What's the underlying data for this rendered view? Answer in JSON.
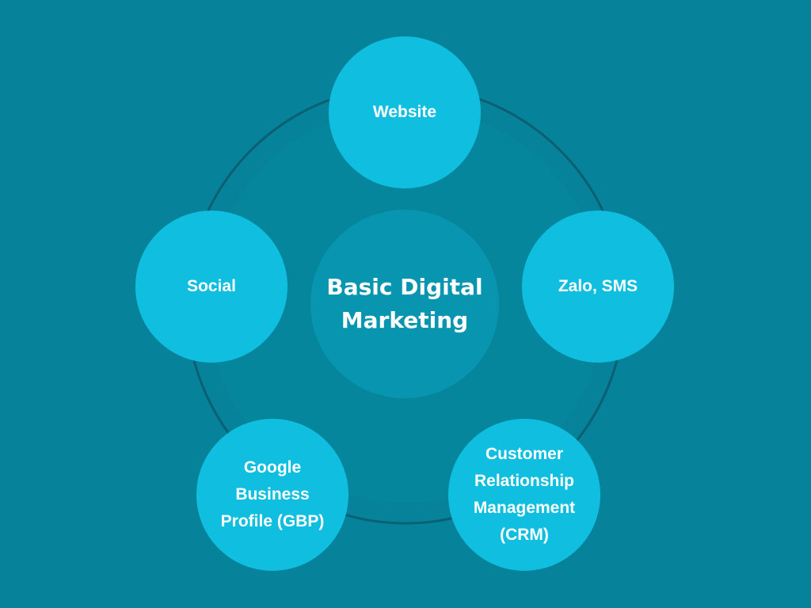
{
  "colors": {
    "background": "#06839a",
    "center_fill": "#0895b0",
    "satellite_fill": "#10bfe0",
    "ring_stroke": "#0b5f72",
    "text": "#ffffff"
  },
  "center": {
    "label": "Basic Digital Marketing"
  },
  "satellites": [
    {
      "label": "Website"
    },
    {
      "label": "Zalo, SMS"
    },
    {
      "label": "Customer Relationship Management (CRM)"
    },
    {
      "label": "Google Business Profile (GBP)"
    },
    {
      "label": "Social"
    }
  ]
}
